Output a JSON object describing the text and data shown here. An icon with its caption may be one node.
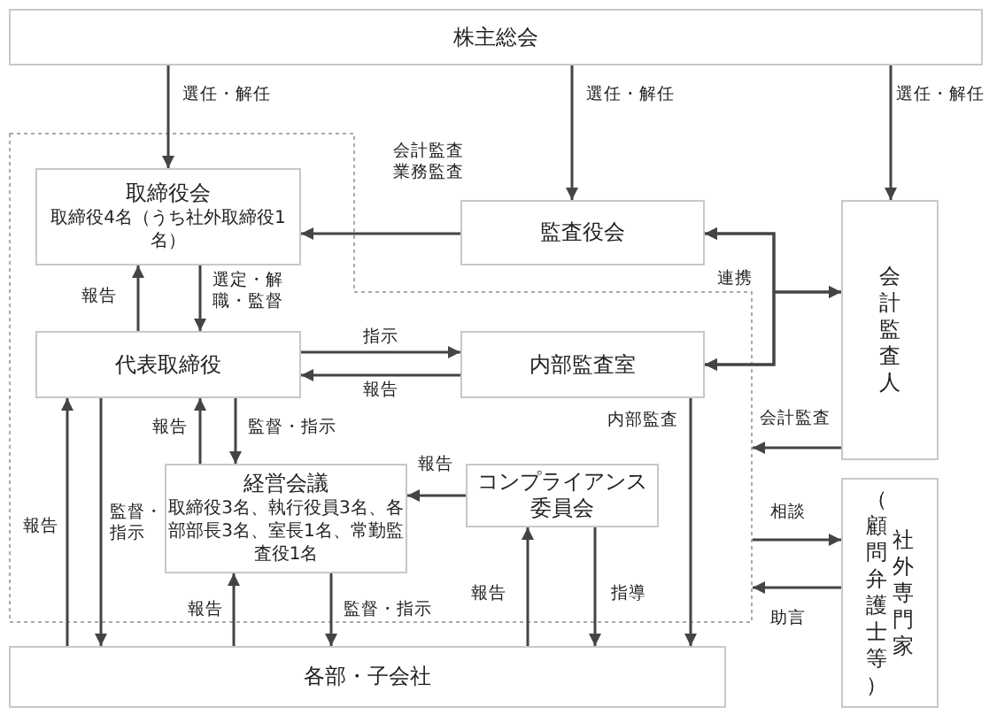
{
  "diagram": {
    "nodes": [
      {
        "text": [
          "株主総会"
        ]
      },
      {
        "text": [],
        "shape": "box"
      },
      {
        "text": [
          "取締役会",
          "取締役4名（うち社外取締役1名）"
        ],
        "in": 1
      },
      {
        "text": [
          "監査役会"
        ]
      },
      {
        "text": [
          "代表取締役"
        ],
        "in": 1
      },
      {
        "text": [
          "内部監査室"
        ],
        "in": 1
      },
      {
        "text": [
          "会計監査人"
        ]
      },
      {
        "text": [
          "経営会議",
          "取締役3名、執行役員3名、各部部長3名、室長1名、常勤監査役1名"
        ],
        "in": 1
      },
      {
        "text": [
          "コンプライアンス委員会"
        ],
        "in": 1
      },
      {
        "text": [
          "（顧問弁護士等）",
          "社外専門家"
        ]
      },
      {
        "text": [
          "各部・子会社"
        ]
      }
    ],
    "edges": [
      {
        "from": 0,
        "to": 2,
        "arrow": "to",
        "label": "選任・解任"
      },
      {
        "from": 0,
        "to": 3,
        "arrow": "to",
        "label": "選任・解任"
      },
      {
        "from": 0,
        "to": 6,
        "arrow": "to",
        "label": "選任・解任"
      },
      {
        "from": 3,
        "to": 2,
        "arrow": "to",
        "label": "会計監査業務監査"
      },
      {
        "from": 4,
        "to": 2,
        "arrow": "to",
        "label": "報告"
      },
      {
        "from": 2,
        "to": 4,
        "arrow": "to",
        "label": "選定・解職・監督"
      },
      {
        "from": 4,
        "to": 5,
        "arrow": "to",
        "label": "指示"
      },
      {
        "from": 5,
        "to": 4,
        "arrow": "to",
        "label": "報告"
      },
      {
        "from": 3,
        "to": 6,
        "arrow": "both",
        "label": "連携"
      },
      {
        "from": 5,
        "to": 6,
        "arrow": "both"
      },
      {
        "from": 3,
        "to": 5,
        "arrow": "both"
      },
      {
        "from": 4,
        "to": 7,
        "arrow": "to",
        "label": "監督・指示"
      },
      {
        "from": 7,
        "to": 4,
        "arrow": "to",
        "label": "報告"
      },
      {
        "from": 8,
        "to": 7,
        "arrow": "to",
        "label": "報告"
      },
      {
        "from": 5,
        "to": 10,
        "arrow": "to",
        "label": "内部監査"
      },
      {
        "from": 6,
        "to": 1,
        "arrow": "to",
        "label": "会計監査"
      },
      {
        "from": 1,
        "to": 9,
        "arrow": "to",
        "label": "相談"
      },
      {
        "from": 9,
        "to": 1,
        "arrow": "to",
        "label": "助言"
      },
      {
        "from": 4,
        "to": 10,
        "arrow": "to",
        "label": "監督・指示"
      },
      {
        "from": 10,
        "to": 4,
        "arrow": "to",
        "label": "報告"
      },
      {
        "from": 10,
        "to": 7,
        "arrow": "to",
        "label": "報告"
      },
      {
        "from": 7,
        "to": 10,
        "arrow": "to",
        "label": "監督・指示"
      },
      {
        "from": 10,
        "to": 8,
        "arrow": "to",
        "label": "報告"
      },
      {
        "from": 8,
        "to": 10,
        "arrow": "to",
        "label": "指導"
      }
    ]
  }
}
